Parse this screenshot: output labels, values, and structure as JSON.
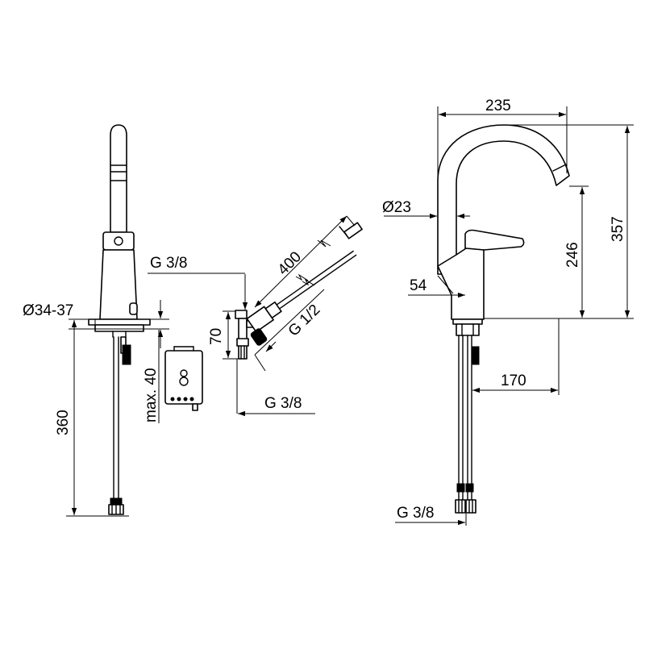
{
  "drawing": {
    "front_view": {
      "dim_hole_diameter": "Ø34-37",
      "dim_hose_length": "360",
      "dim_max_thickness": "max. 40"
    },
    "valve_view": {
      "dim_inlet_top": "G 3/8",
      "dim_hose": "400",
      "dim_connection": "G 1/2",
      "dim_height": "70",
      "dim_inlet_bottom": "G 3/8"
    },
    "side_view": {
      "dim_spout_reach": "235",
      "dim_spout_diameter": "Ø23",
      "dim_outlet_height": "246",
      "dim_total_height": "357",
      "dim_lever": "54",
      "dim_hose_reach": "170",
      "dim_connection": "G 3/8"
    }
  }
}
